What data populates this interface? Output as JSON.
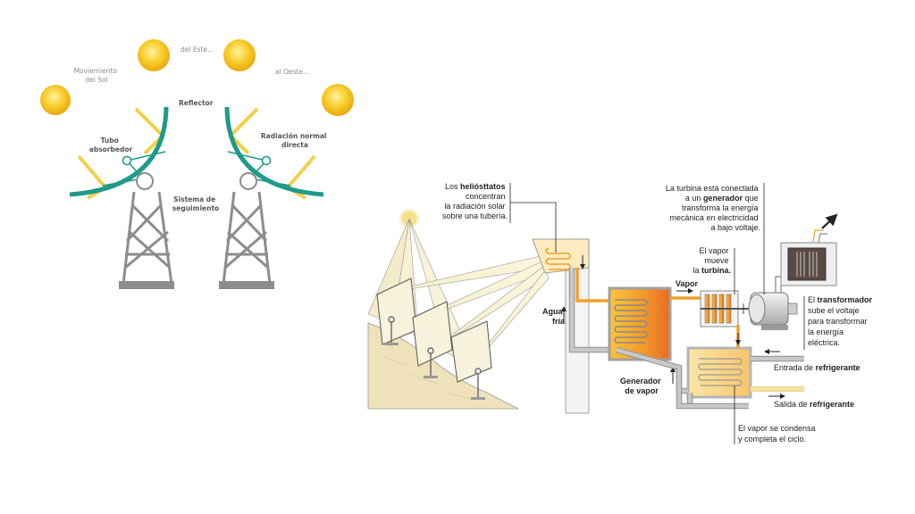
{
  "left_diagram": {
    "sun_path_label": "Moviemiento\ndel Sol",
    "east_label": "del Este...",
    "west_label": "al Oeste...",
    "reflector_label": "Reflector",
    "tube_label": "Tubo\nabsorbedor",
    "radiation_label": "Radiación normal\ndirecta",
    "tracking_label": "Sistema de\nseguimiento"
  },
  "right_diagram": {
    "heliostats_label": [
      "Los heliósttatos",
      "concentran",
      "la radiación solar",
      "sobre una tubería."
    ],
    "cold_water_label": [
      "Agua",
      "fría"
    ],
    "steam_generator_label": [
      "Generador",
      "de vapor"
    ],
    "steam_label": "Vapor",
    "turbine_label": [
      "El vapor",
      "mueve",
      "la turbina."
    ],
    "generator_label": [
      "La turbina está conectada",
      "a un generador que",
      "transforma la energía",
      "mecánica en electricidad",
      "a bajo voltaje."
    ],
    "transformer_label": [
      "El transformador",
      "sube el voltaje",
      "para transformar",
      "la energía",
      "eléctrica."
    ],
    "coolant_in_label": "Entrada de refrigerante",
    "coolant_out_label": "Salida de refrigerante",
    "condense_label": [
      "El vapor se condensa",
      "y completa el ciclo."
    ]
  },
  "colors": {
    "sun": "#f6c21b",
    "reflector": "#1f9a8a",
    "tower": "#9a9a9a",
    "pipe_hot": "#f0a12c",
    "pipe_cold": "#c8c8c8"
  }
}
